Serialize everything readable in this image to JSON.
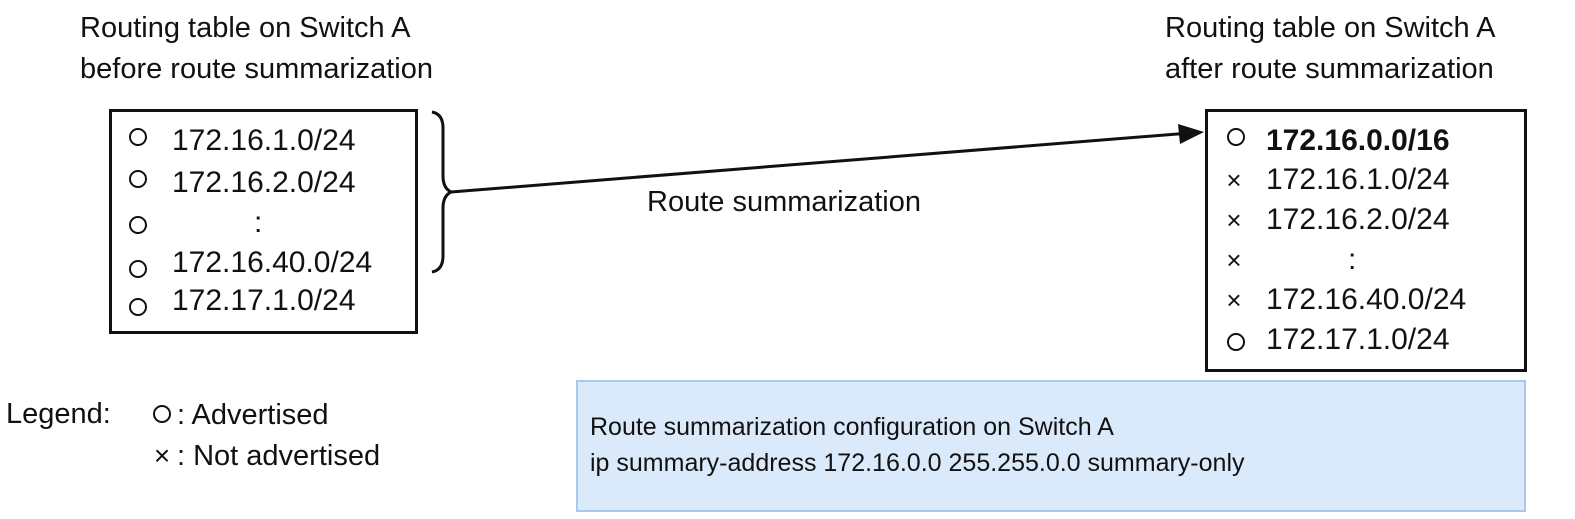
{
  "before": {
    "title_line1": "Routing table on Switch A",
    "title_line2": "before route summarization",
    "entries": [
      {
        "status": "advertised",
        "address": "172.16.1.0/24"
      },
      {
        "status": "advertised",
        "address": "172.16.2.0/24"
      },
      {
        "status": "advertised",
        "address": ":"
      },
      {
        "status": "advertised",
        "address": "172.16.40.0/24"
      },
      {
        "status": "advertised",
        "address": "172.17.1.0/24"
      }
    ]
  },
  "after": {
    "title_line1": "Routing table on Switch A",
    "title_line2": "after route summarization",
    "entries": [
      {
        "status": "advertised",
        "address": "172.16.0.0/16",
        "emphasis": "bold"
      },
      {
        "status": "not-advertised",
        "address": "172.16.1.0/24"
      },
      {
        "status": "not-advertised",
        "address": "172.16.2.0/24"
      },
      {
        "status": "not-advertised",
        "address": ":"
      },
      {
        "status": "not-advertised",
        "address": "172.16.40.0/24"
      },
      {
        "status": "advertised",
        "address": "172.17.1.0/24"
      }
    ]
  },
  "arrow_label": "Route summarization",
  "legend": {
    "heading": "Legend:",
    "advertised_label": ": Advertised",
    "not_advertised_label": ": Not advertised"
  },
  "config": {
    "line1": "Route summarization configuration on Switch A",
    "line2": "ip summary-address 172.16.0.0 255.255.0.0 summary-only"
  },
  "icons": {
    "advertised": "circle-icon",
    "not_advertised": "cross-icon"
  },
  "colors": {
    "config_background": "#dbeafb",
    "config_border": "#a9c8ec"
  }
}
